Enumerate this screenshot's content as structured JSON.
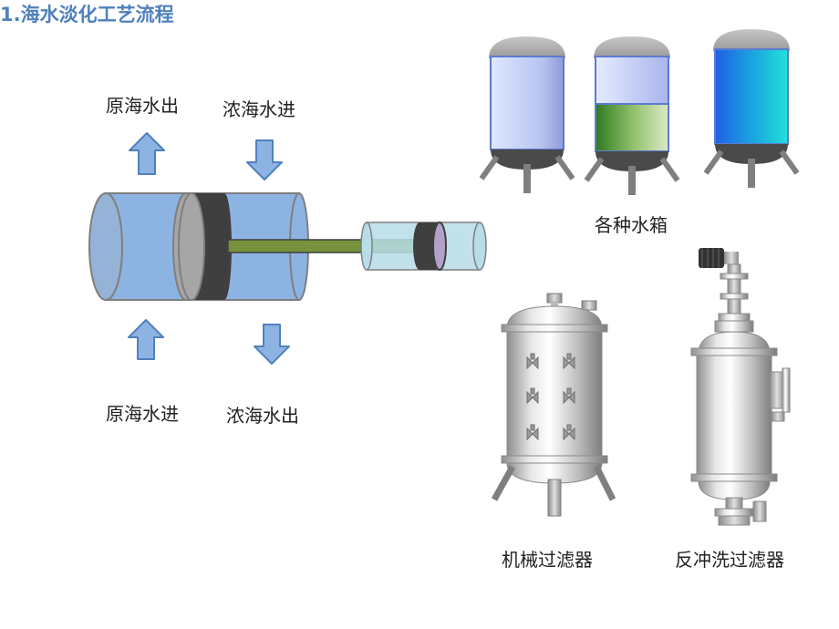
{
  "title": "1.海水淡化工艺流程",
  "labels": {
    "raw_out": "原海水出",
    "brine_in": "浓海水进",
    "raw_in": "原海水进",
    "brine_out": "浓海水出",
    "tanks": "各种水箱",
    "mech_filter": "机械过滤器",
    "backwash_filter": "反冲洗过滤器"
  },
  "colors": {
    "title": "#4f81bd",
    "arrow_fill": "#8db3e2",
    "arrow_stroke": "#4f81bd",
    "cylinder": "#8db3e2",
    "rod": "#76923c"
  }
}
